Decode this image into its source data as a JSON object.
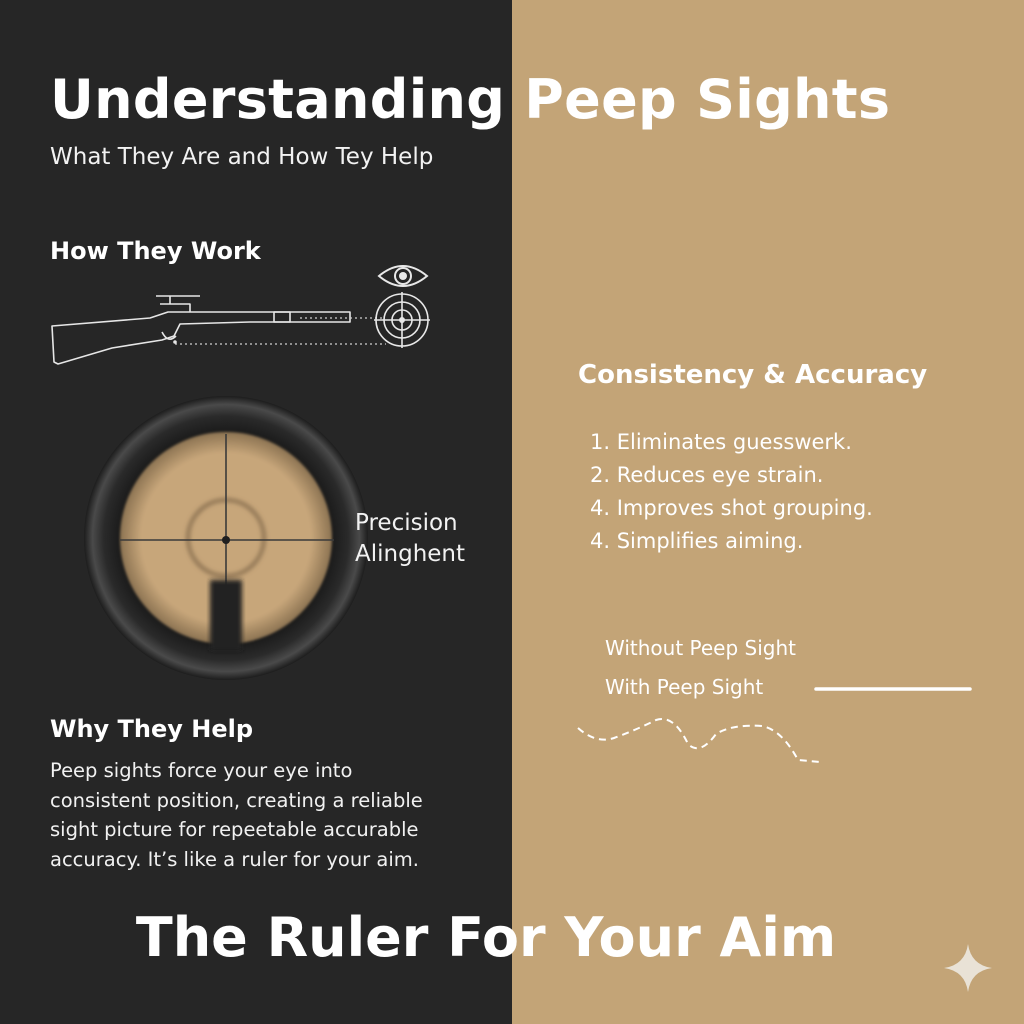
{
  "header": {
    "title": "Understanding Peep Sights",
    "subtitle": "What They Are and How Tey Help"
  },
  "how_they_work": {
    "heading": "How They Work"
  },
  "peep_view": {
    "label_line1": "Precision",
    "label_line2": "Alinghent"
  },
  "why_they_help": {
    "heading": "Why They Help",
    "lines": [
      "Peep sights force your eye into",
      "consistent position, creating a reliable",
      "sight picture for repeetable accurable",
      "accuracy. It’s like a ruler for your aim."
    ]
  },
  "consistency": {
    "heading": "Consistency & Accuracy",
    "items": [
      "1. Eliminates guesswerk.",
      "2. Reduces eye strain.",
      "4. Improves shot grouping.",
      "4. Simplifies aiming."
    ]
  },
  "comparison": {
    "without_label": "Without Peep Sight",
    "with_label": "With Peep Sight"
  },
  "footer": {
    "tagline": "The Ruler For Your Aim"
  },
  "colors": {
    "left_panel": "#262626",
    "right_panel": "#c3a477",
    "text": "#ffffff"
  },
  "icons": [
    "rifle-icon",
    "eye-icon",
    "target-icon",
    "sparkle-icon"
  ]
}
